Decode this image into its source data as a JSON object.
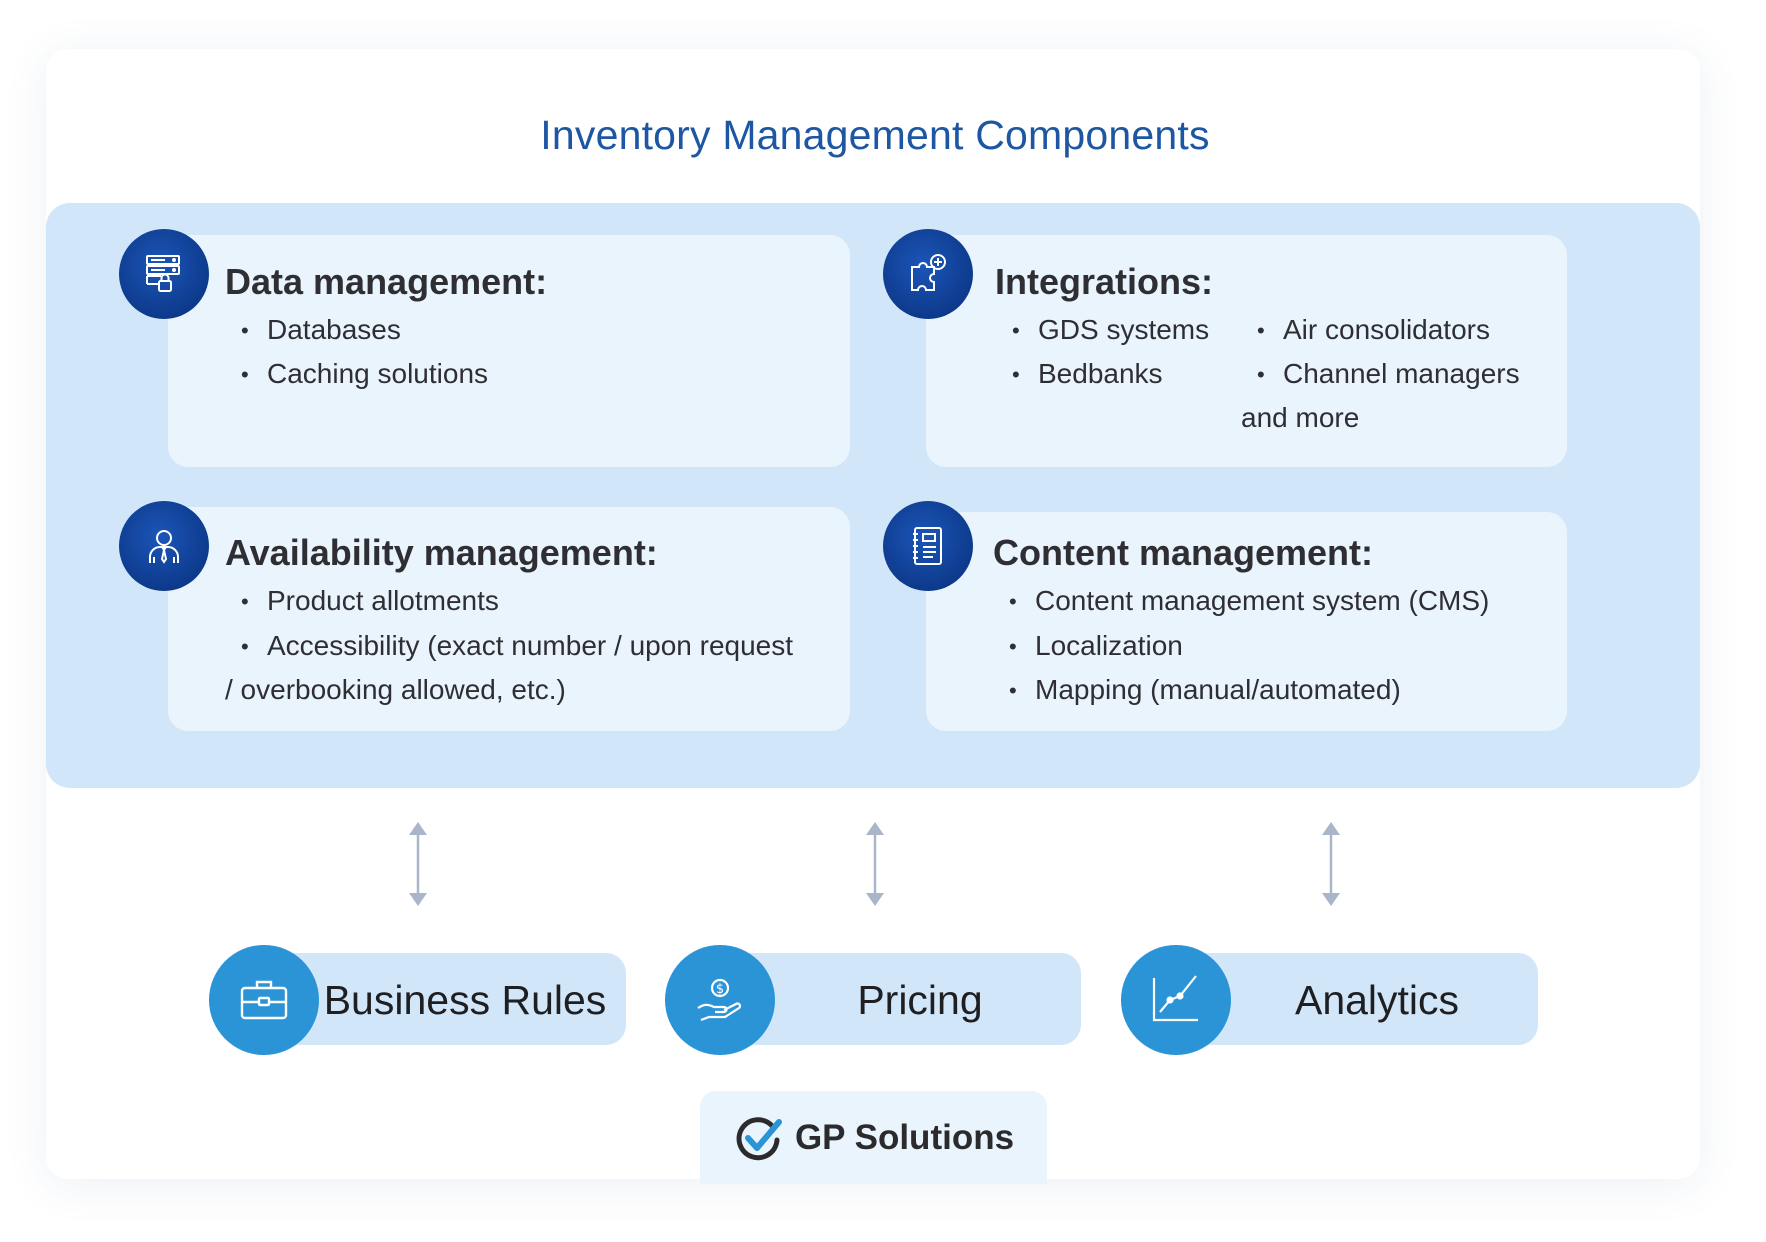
{
  "title": "Inventory Management Components",
  "colors": {
    "title": "#1d57a3",
    "panel": "#d2e6f9",
    "box": "#eaf4fd",
    "dark_icon": "#0d3a8c",
    "pill_icon": "#2a94d6",
    "arrow": "#a9b6c9"
  },
  "components": [
    {
      "title": "Data management:",
      "icon": "server-lock-icon",
      "items": [
        "Databases",
        "Caching solutions"
      ]
    },
    {
      "title": "Integrations:",
      "icon": "puzzle-plus-icon",
      "items": [
        "GDS systems",
        "Bedbanks",
        "Air consolidators",
        "Channel managers"
      ],
      "extra": "and more"
    },
    {
      "title": "Availability management:",
      "icon": "person-tie-icon",
      "items": [
        "Product allotments",
        "Accessibility (exact number / upon request"
      ],
      "continuation": "/ overbooking allowed, etc.)"
    },
    {
      "title": "Content management:",
      "icon": "notebook-icon",
      "items": [
        "Content management system (CMS)",
        "Localization",
        "Mapping (manual/automated)"
      ]
    }
  ],
  "modules": [
    {
      "label": "Business Rules",
      "icon": "briefcase-icon"
    },
    {
      "label": "Pricing",
      "icon": "hand-coin-icon"
    },
    {
      "label": "Analytics",
      "icon": "line-chart-icon"
    }
  ],
  "logo": {
    "text": "GP Solutions",
    "icon": "checkmark-circle-icon"
  }
}
